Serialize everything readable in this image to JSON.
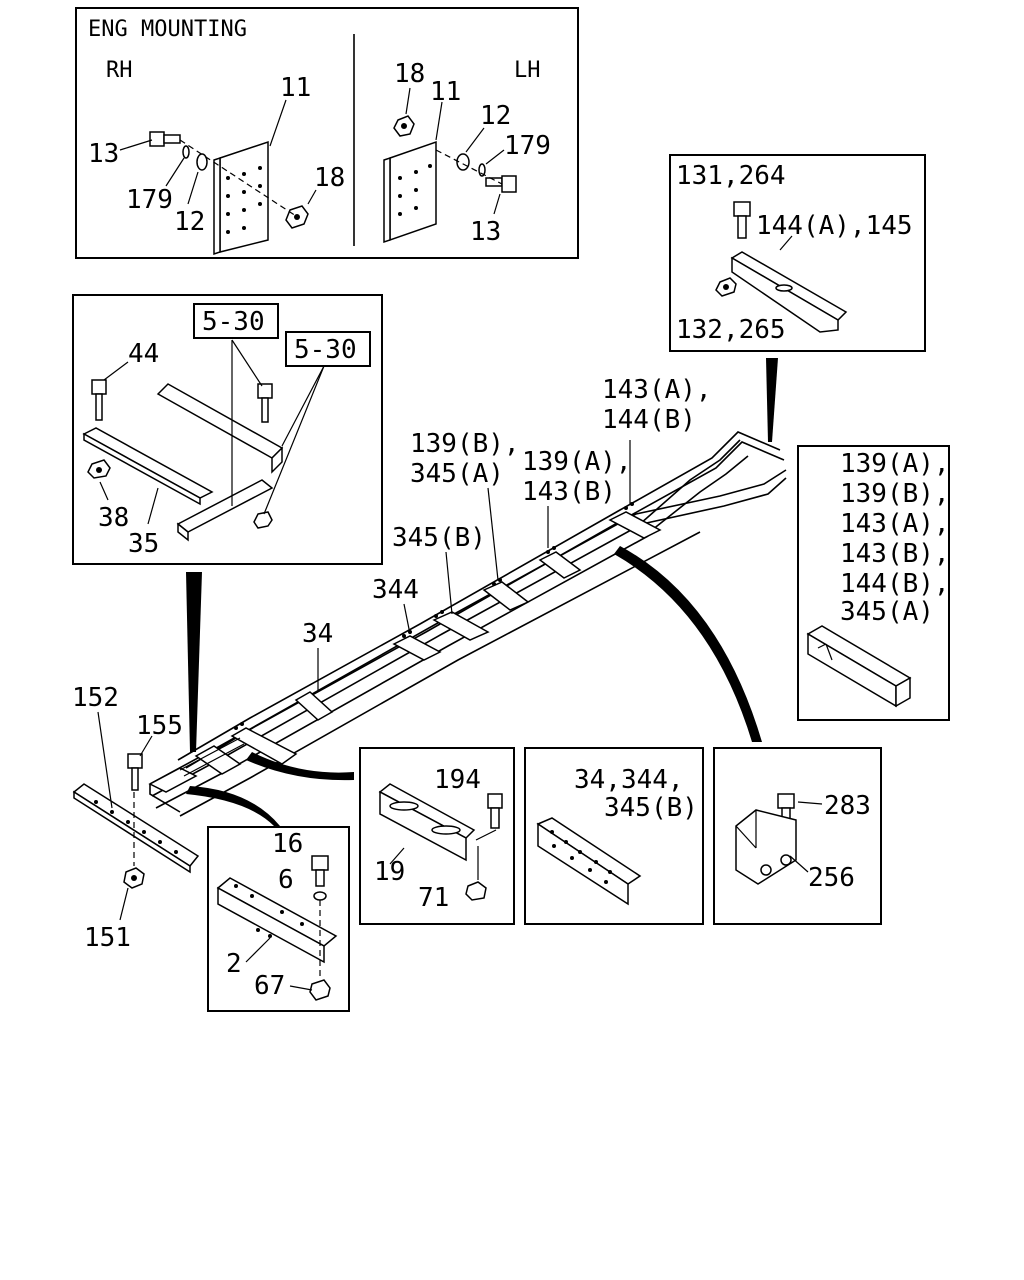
{
  "eng_mounting": {
    "title": "ENG MOUNTING",
    "rh": "RH",
    "lh": "LH",
    "rh_labels": [
      "11",
      "13",
      "179",
      "12",
      "18"
    ],
    "lh_labels": [
      "18",
      "11",
      "12",
      "179",
      "13"
    ]
  },
  "crossmember_detail": {
    "ref_a": "5-30",
    "ref_b": "5-30",
    "labels": [
      "44",
      "38",
      "35"
    ]
  },
  "rear_bracket_detail": {
    "labels": [
      "131,264",
      "144(A),145",
      "132,265"
    ]
  },
  "frame_labels": [
    "143(A),",
    "144(B)",
    "139(B),",
    "345(A)",
    "139(A),",
    "143(B)",
    "345(B)",
    "344",
    "34"
  ],
  "channel_detail": {
    "labels": [
      "139(A),",
      "139(B),",
      "143(A),",
      "143(B),",
      "144(B),",
      "345(A)"
    ]
  },
  "front_rail": {
    "labels": [
      "152",
      "155",
      "151"
    ]
  },
  "front_bracket_detail": {
    "labels": [
      "16",
      "6",
      "2",
      "67"
    ]
  },
  "bracket19_detail": {
    "labels": [
      "194",
      "19",
      "71"
    ]
  },
  "plate_detail": {
    "labels": [
      "34,344,",
      "345(B)"
    ]
  },
  "bracket256_detail": {
    "labels": [
      "283",
      "256"
    ]
  }
}
